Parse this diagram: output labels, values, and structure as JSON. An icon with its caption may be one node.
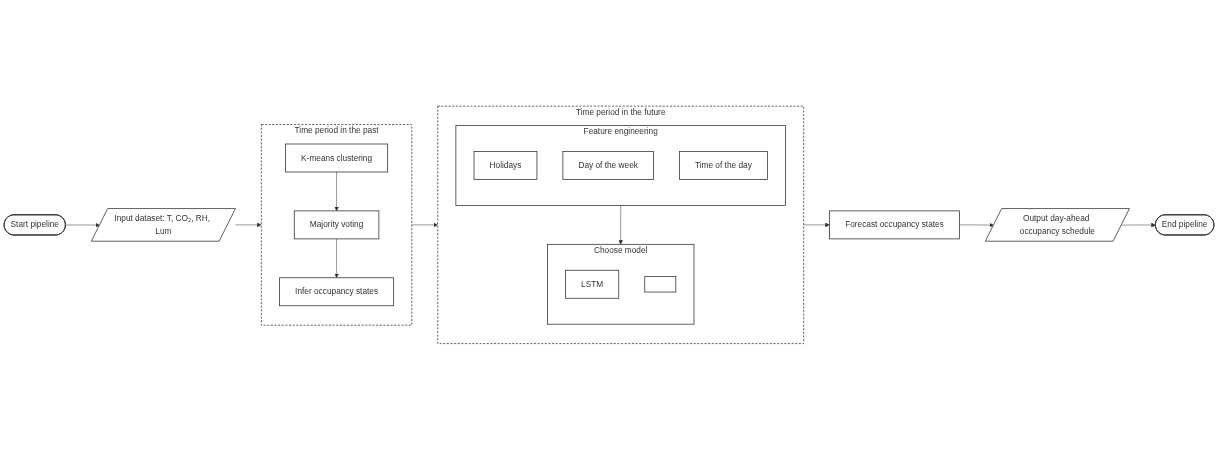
{
  "diagram": {
    "nodes": [
      {
        "text": [
          "Start pipeline"
        ]
      },
      {
        "text": [
          "Input dataset: T, CO₂, RH, Lum"
        ]
      },
      {
        "text": [
          "Time period in the past"
        ]
      },
      {
        "text": [
          "K-means clustering"
        ],
        "in": 2
      },
      {
        "text": [
          "Majority voting"
        ],
        "in": 2
      },
      {
        "text": [
          "Infer occupancy states"
        ],
        "in": 2
      },
      {
        "text": [
          "Time period in the future"
        ]
      },
      {
        "text": [
          "Feature engineering"
        ],
        "in": 6
      },
      {
        "text": [
          "Holidays"
        ],
        "in": 7
      },
      {
        "text": [
          "Day of the week"
        ],
        "in": 7
      },
      {
        "text": [
          "Time of the day"
        ],
        "in": 7
      },
      {
        "text": [
          "Choose model"
        ],
        "in": 6
      },
      {
        "text": [
          "LSTM"
        ],
        "in": 11
      },
      {
        "text": [],
        "shape": "box",
        "in": 11
      },
      {
        "text": [
          "Forecast occupancy states"
        ]
      },
      {
        "text": [
          "Output day-ahead occupancy schedule"
        ]
      },
      {
        "text": [
          "End pipeline"
        ]
      }
    ],
    "edges": [
      {
        "from": 0,
        "to": 1,
        "arrow": "to"
      },
      {
        "from": 1,
        "to": 2,
        "arrow": "to"
      },
      {
        "from": 3,
        "to": 4,
        "arrow": "to"
      },
      {
        "from": 4,
        "to": 5,
        "arrow": "to"
      },
      {
        "from": 2,
        "to": 6,
        "arrow": "to"
      },
      {
        "from": 7,
        "to": 11,
        "arrow": "to"
      },
      {
        "from": 6,
        "to": 14,
        "arrow": "to"
      },
      {
        "from": 14,
        "to": 15,
        "arrow": "to"
      },
      {
        "from": 15,
        "to": 16,
        "arrow": "to"
      }
    ]
  }
}
